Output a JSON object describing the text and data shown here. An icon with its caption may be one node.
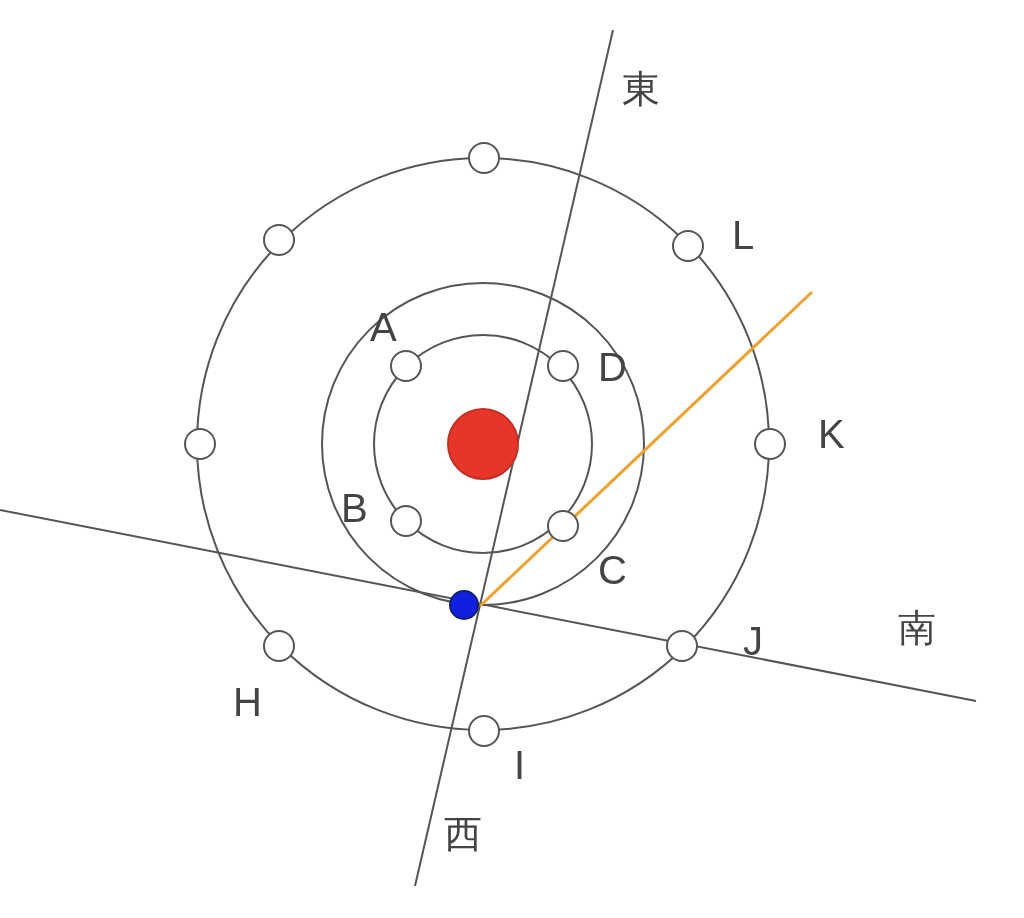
{
  "diagram": {
    "nodes": [
      {
        "text": [],
        "shape": "circle"
      },
      {
        "text": [],
        "shape": "circle"
      },
      {
        "text": [],
        "shape": "circle",
        "beside": [
          "L"
        ]
      },
      {
        "text": [],
        "shape": "circle",
        "beside": [
          "A"
        ]
      },
      {
        "text": [],
        "shape": "circle",
        "beside": [
          "D"
        ]
      },
      {
        "text": [],
        "shape": "circle"
      },
      {
        "text": [],
        "shape": "circle"
      },
      {
        "text": [],
        "shape": "circle",
        "beside": [
          "K"
        ]
      },
      {
        "text": [],
        "shape": "circle",
        "beside": [
          "B"
        ]
      },
      {
        "text": [],
        "shape": "circle",
        "beside": [
          "C"
        ]
      },
      {
        "text": [],
        "shape": "circle"
      },
      {
        "text": [],
        "shape": "circle",
        "beside": [
          "H"
        ]
      },
      {
        "text": [],
        "shape": "circle",
        "beside": [
          "J"
        ]
      },
      {
        "text": [],
        "shape": "circle",
        "beside": [
          "I"
        ]
      }
    ],
    "labels": [
      "東",
      "南",
      "西"
    ]
  }
}
